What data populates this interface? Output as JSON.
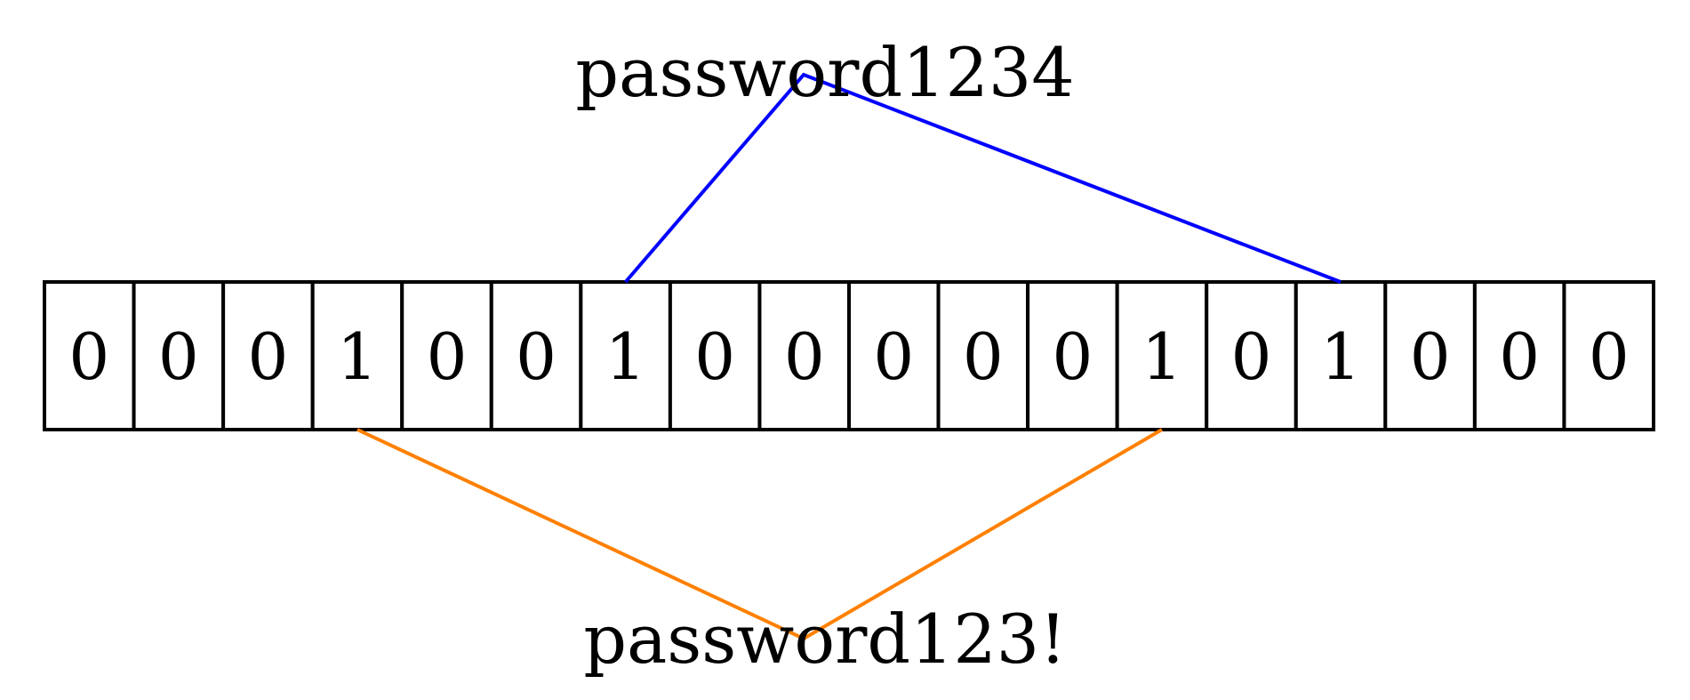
{
  "diagram": {
    "bits": [
      "0",
      "0",
      "0",
      "1",
      "0",
      "0",
      "1",
      "0",
      "0",
      "0",
      "0",
      "0",
      "1",
      "0",
      "1",
      "0",
      "0",
      "0"
    ],
    "top_word": {
      "text": "password1234",
      "color": "#0000ff",
      "hash_positions": [
        6,
        14
      ]
    },
    "bottom_word": {
      "text": "password123!",
      "color": "#ff8000",
      "hash_positions": [
        3,
        12
      ]
    }
  }
}
